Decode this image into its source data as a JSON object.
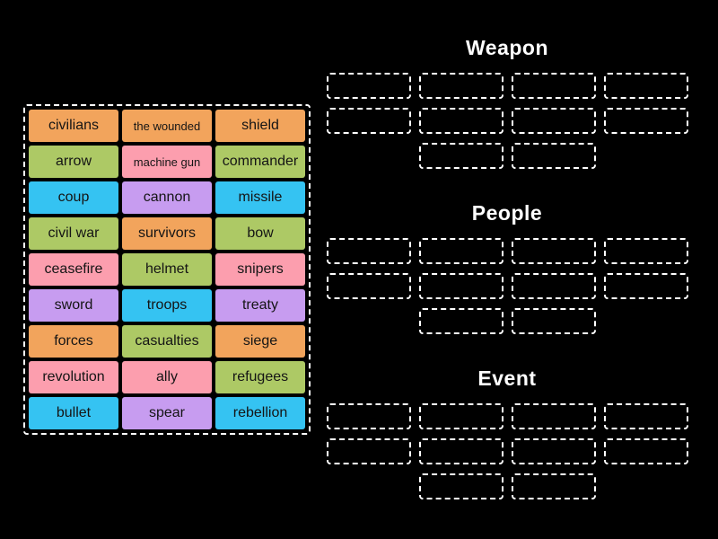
{
  "colors": {
    "background": "#000000",
    "text": "#151515",
    "border": "#ffffff",
    "orange": "#F2A45C",
    "green": "#ADC965",
    "pink": "#FC9EAE",
    "blue": "#35C3F2",
    "purple": "#C79CF0"
  },
  "source_group": {
    "tiles": [
      {
        "label": "civilians",
        "color": "orange"
      },
      {
        "label": "the wounded",
        "color": "orange"
      },
      {
        "label": "shield",
        "color": "orange"
      },
      {
        "label": "arrow",
        "color": "green"
      },
      {
        "label": "machine gun",
        "color": "pink"
      },
      {
        "label": "commander",
        "color": "green"
      },
      {
        "label": "coup",
        "color": "blue"
      },
      {
        "label": "cannon",
        "color": "purple"
      },
      {
        "label": "missile",
        "color": "blue"
      },
      {
        "label": "civil war",
        "color": "green"
      },
      {
        "label": "survivors",
        "color": "orange"
      },
      {
        "label": "bow",
        "color": "green"
      },
      {
        "label": "ceasefire",
        "color": "pink"
      },
      {
        "label": "helmet",
        "color": "green"
      },
      {
        "label": "snipers",
        "color": "pink"
      },
      {
        "label": "sword",
        "color": "purple"
      },
      {
        "label": "troops",
        "color": "blue"
      },
      {
        "label": "treaty",
        "color": "purple"
      },
      {
        "label": "forces",
        "color": "orange"
      },
      {
        "label": "casualties",
        "color": "green"
      },
      {
        "label": "siege",
        "color": "orange"
      },
      {
        "label": "revolution",
        "color": "pink"
      },
      {
        "label": "ally",
        "color": "pink"
      },
      {
        "label": "refugees",
        "color": "green"
      },
      {
        "label": "bullet",
        "color": "blue"
      },
      {
        "label": "spear",
        "color": "purple"
      },
      {
        "label": "rebellion",
        "color": "blue"
      }
    ]
  },
  "groups": [
    {
      "title": "Weapon",
      "slot_rows": [
        4,
        4,
        2
      ]
    },
    {
      "title": "People",
      "slot_rows": [
        4,
        4,
        2
      ]
    },
    {
      "title": "Event",
      "slot_rows": [
        4,
        4,
        2
      ]
    }
  ]
}
